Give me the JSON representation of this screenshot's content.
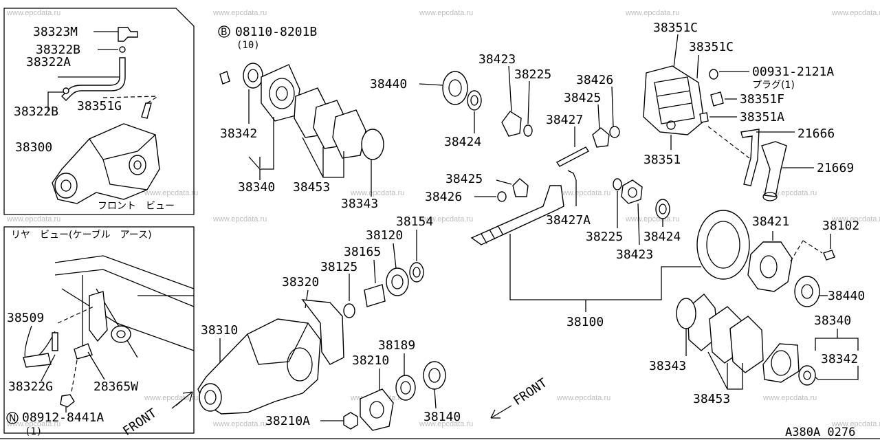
{
  "diagram_code": "A380A 0276",
  "watermark_text": "www.epcdata.ru",
  "front_label": "FRONT",
  "inset_front_view_caption": "フロント　ビュー",
  "inset_rear_view_caption": "リヤ　ビュー(ケーブル　アース)",
  "bolt_b_code": "08110-8201B",
  "bolt_b_qty": "(10)",
  "bolt_b_symbol": "B",
  "nut_n_code": "08912-8441A",
  "nut_n_qty": "(1)",
  "nut_n_symbol": "N",
  "plug_code": "00931-2121A",
  "plug_note": "プラグ(1)",
  "part_numbers": {
    "p38323M": "38323M",
    "p38322B_top": "38322B",
    "p38322A": "38322A",
    "p38322B_low": "38322B",
    "p38351G": "38351G",
    "p38300": "38300",
    "p38342_l": "38342",
    "p38340_l": "38340",
    "p38453_l": "38453",
    "p38343_l": "38343",
    "p38440_t": "38440",
    "p38424_t": "38424",
    "p38423_t": "38423",
    "p38225_t": "38225",
    "p38426_t": "38426",
    "p38425_t": "38425",
    "p38427": "38427",
    "p38425_m": "38425",
    "p38426_m": "38426",
    "p38427A": "38427A",
    "p38225_m": "38225",
    "p38424_m": "38424",
    "p38423_m": "38423",
    "p38351C_1": "38351C",
    "p38351C_2": "38351C",
    "p38351F": "38351F",
    "p38351A": "38351A",
    "p38351": "38351",
    "p21666": "21666",
    "p21669": "21669",
    "p38421": "38421",
    "p38102": "38102",
    "p38440_r": "38440",
    "p38340_r": "38340",
    "p38342_r": "38342",
    "p38343_r": "38343",
    "p38453_r": "38453",
    "p38100": "38100",
    "p38154": "38154",
    "p38120": "38120",
    "p38165": "38165",
    "p38125": "38125",
    "p38320": "38320",
    "p38310": "38310",
    "p38189": "38189",
    "p38210": "38210",
    "p38210A": "38210A",
    "p38140": "38140",
    "p38509": "38509",
    "p38322G": "38322G",
    "p28365W": "28365W"
  }
}
